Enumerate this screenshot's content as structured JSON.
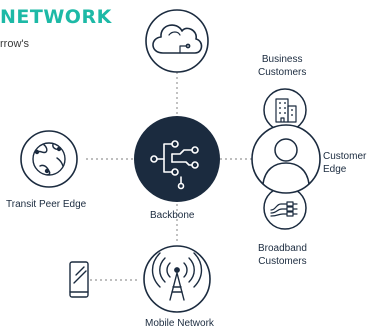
{
  "diagram": {
    "title": "NETWORK",
    "subtitle": "rrow's",
    "nodes": {
      "backbone": {
        "label": "Backbone",
        "icon": "circuit-icon"
      },
      "cloud": {
        "label": "",
        "icon": "cloud-icon"
      },
      "transit_peer_edge": {
        "label": "Transit Peer Edge",
        "icon": "globe-icon"
      },
      "mobile_network": {
        "label": "Mobile Network",
        "icon": "cell-tower-icon"
      },
      "mobile_device": {
        "label": "",
        "icon": "smartphone-icon"
      },
      "business_customers": {
        "label_line1": "Business",
        "label_line2": "Customers",
        "icon": "building-icon"
      },
      "customer_edge": {
        "label_line1": "Customer",
        "label_line2": "Edge",
        "icon": "person-icon"
      },
      "broadband_customers": {
        "label_line1": "Broadband",
        "label_line2": "Customers",
        "icon": "broadband-cable-icon"
      }
    },
    "colors": {
      "accent": "#1db9a6",
      "hub_fill": "#1b2b3f",
      "outline": "#1b2b3f",
      "connector": "#a9a9a9"
    }
  }
}
